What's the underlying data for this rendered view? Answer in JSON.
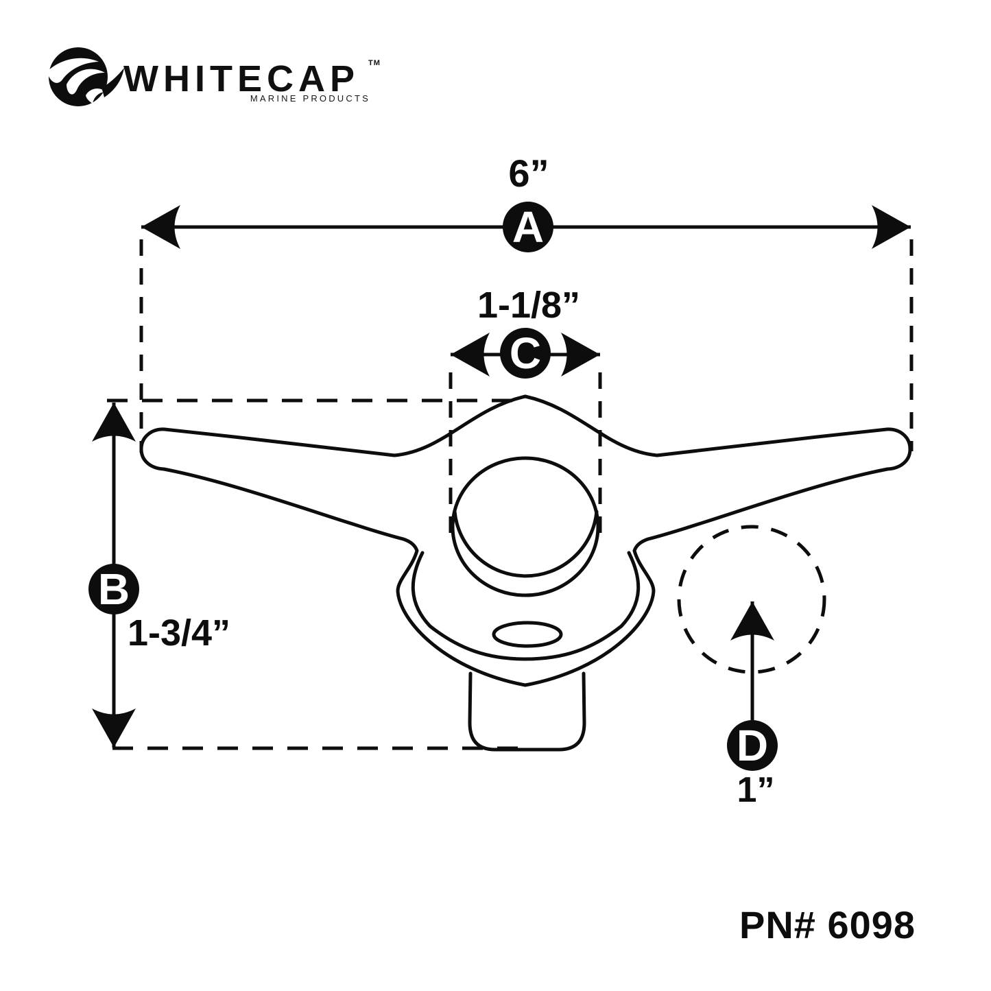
{
  "canvas": {
    "background": "#ffffff",
    "ink": "#0d0d0d"
  },
  "logo": {
    "brand": "WHITECAP",
    "trademark": "TM",
    "tagline": "MARINE PRODUCTS"
  },
  "part_number": "PN# 6098",
  "dimensions": {
    "a": {
      "letter": "A",
      "value": "6”"
    },
    "b": {
      "letter": "B",
      "value": "1-3/4”"
    },
    "c": {
      "letter": "C",
      "value": "1-1/8”"
    },
    "d": {
      "letter": "D",
      "value": "1”"
    }
  }
}
